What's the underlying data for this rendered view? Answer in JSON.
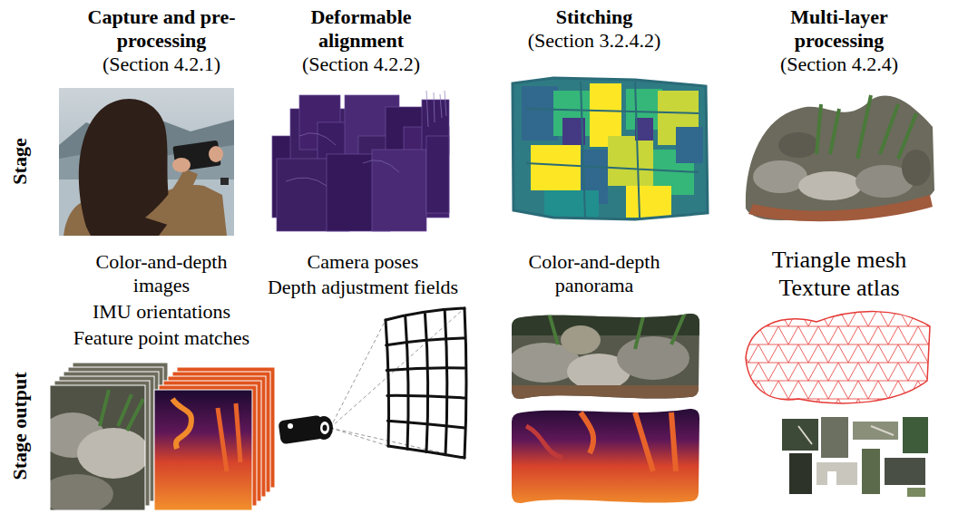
{
  "diagram": {
    "labels": [
      "Capture and pre-processing",
      "(Section 4.2.1)",
      "Deformable alignment",
      "(Section 4.2.2)",
      "Stitching",
      "(Section 3.2.4.2)",
      "Multi-layer processing",
      "(Section 4.2.4)",
      "Stage",
      "Stage output",
      "Color-and-depth images",
      "IMU orientations",
      "Feature point matches",
      "Camera poses",
      "Depth adjustment fields",
      "Color-and-depth panorama",
      "Triangle mesh",
      "Texture atlas"
    ]
  }
}
